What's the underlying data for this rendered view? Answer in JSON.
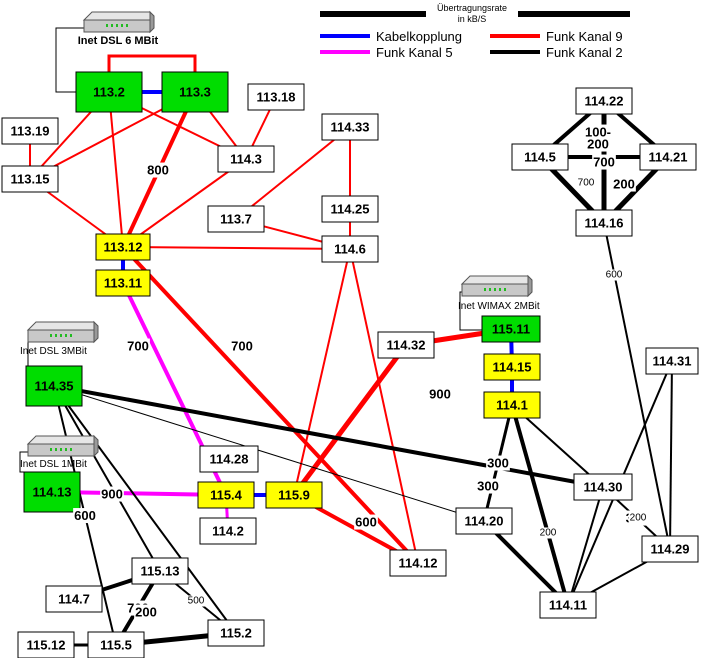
{
  "legend": {
    "title_line1": "Übertragungsrate",
    "title_line2": "in kB/S",
    "entries": [
      {
        "label": "Kabelkopplung",
        "color": "#0000ff"
      },
      {
        "label": "Funk Kanal 9",
        "color": "#ff0000"
      },
      {
        "label": "Funk Kanal 5",
        "color": "#ff00ff"
      },
      {
        "label": "Funk Kanal 2",
        "color": "#000000"
      }
    ]
  },
  "colors": {
    "gateway": "#00dd00",
    "relay": "#ffff00",
    "node": "#ffffff",
    "cable": "#0000ff",
    "channel9": "#ff0000",
    "channel5": "#ff00ff",
    "channel2": "#000000"
  },
  "internet": [
    {
      "id": "dsl6",
      "label": "Inet DSL 6 MBit",
      "icon": "router-icon"
    },
    {
      "id": "dsl3",
      "label": "Inet DSL 3MBit",
      "icon": "router-icon"
    },
    {
      "id": "dsl1",
      "label": "Inet DSL 1MBit",
      "icon": "router-icon"
    },
    {
      "id": "wimax",
      "label": "Inet WIMAX 2MBit",
      "icon": "router-icon"
    }
  ],
  "nodes": [
    {
      "id": "113.2",
      "type": "gateway"
    },
    {
      "id": "113.3",
      "type": "gateway"
    },
    {
      "id": "113.18",
      "type": "node"
    },
    {
      "id": "113.19",
      "type": "node"
    },
    {
      "id": "113.15",
      "type": "node"
    },
    {
      "id": "114.3",
      "type": "node"
    },
    {
      "id": "114.33",
      "type": "node"
    },
    {
      "id": "114.25",
      "type": "node"
    },
    {
      "id": "113.7",
      "type": "node"
    },
    {
      "id": "114.6",
      "type": "node"
    },
    {
      "id": "113.12",
      "type": "relay"
    },
    {
      "id": "113.11",
      "type": "relay"
    },
    {
      "id": "114.22",
      "type": "node"
    },
    {
      "id": "114.5",
      "type": "node"
    },
    {
      "id": "114.21",
      "type": "node"
    },
    {
      "id": "114.16",
      "type": "node"
    },
    {
      "id": "115.11",
      "type": "gateway"
    },
    {
      "id": "114.32",
      "type": "node"
    },
    {
      "id": "114.15",
      "type": "relay"
    },
    {
      "id": "114.1",
      "type": "relay"
    },
    {
      "id": "114.35",
      "type": "gateway"
    },
    {
      "id": "114.31",
      "type": "node"
    },
    {
      "id": "114.28",
      "type": "node"
    },
    {
      "id": "114.13",
      "type": "gateway"
    },
    {
      "id": "115.4",
      "type": "relay"
    },
    {
      "id": "115.9",
      "type": "relay"
    },
    {
      "id": "114.30",
      "type": "node"
    },
    {
      "id": "114.20",
      "type": "node"
    },
    {
      "id": "114.2",
      "type": "node"
    },
    {
      "id": "114.29",
      "type": "node"
    },
    {
      "id": "114.12",
      "type": "node"
    },
    {
      "id": "115.13",
      "type": "node"
    },
    {
      "id": "114.11",
      "type": "node"
    },
    {
      "id": "114.7",
      "type": "node"
    },
    {
      "id": "115.2",
      "type": "node"
    },
    {
      "id": "115.12",
      "type": "node"
    },
    {
      "id": "115.5",
      "type": "node"
    }
  ],
  "links": [
    {
      "from": "113.2",
      "to": "113.3",
      "kind": "cable",
      "rate": ""
    },
    {
      "from": "113.12",
      "to": "113.11",
      "kind": "cable",
      "rate": ""
    },
    {
      "from": "115.4",
      "to": "115.9",
      "kind": "cable",
      "rate": ""
    },
    {
      "from": "115.11",
      "to": "114.15",
      "kind": "cable",
      "rate": ""
    },
    {
      "from": "114.15",
      "to": "114.1",
      "kind": "cable",
      "rate": ""
    },
    {
      "from": "113.2",
      "to": "113.3",
      "kind": "channel9",
      "rate": ""
    },
    {
      "from": "113.19",
      "to": "113.15",
      "kind": "channel9",
      "rate": ""
    },
    {
      "from": "113.2",
      "to": "113.15",
      "kind": "channel9",
      "rate": ""
    },
    {
      "from": "113.3",
      "to": "113.15",
      "kind": "channel9",
      "rate": ""
    },
    {
      "from": "113.2",
      "to": "114.3",
      "kind": "channel9",
      "rate": ""
    },
    {
      "from": "113.3",
      "to": "114.3",
      "kind": "channel9",
      "rate": ""
    },
    {
      "from": "113.18",
      "to": "114.3",
      "kind": "channel9",
      "rate": ""
    },
    {
      "from": "113.2",
      "to": "113.12",
      "kind": "channel9",
      "rate": ""
    },
    {
      "from": "113.3",
      "to": "113.12",
      "kind": "channel9",
      "rate": "800"
    },
    {
      "from": "113.15",
      "to": "113.12",
      "kind": "channel9",
      "rate": ""
    },
    {
      "from": "114.3",
      "to": "113.12",
      "kind": "channel9",
      "rate": ""
    },
    {
      "from": "113.12",
      "to": "114.6",
      "kind": "channel9",
      "rate": ""
    },
    {
      "from": "113.7",
      "to": "114.33",
      "kind": "channel9",
      "rate": ""
    },
    {
      "from": "113.7",
      "to": "114.6",
      "kind": "channel9",
      "rate": ""
    },
    {
      "from": "114.33",
      "to": "114.25",
      "kind": "channel9",
      "rate": ""
    },
    {
      "from": "114.25",
      "to": "114.6",
      "kind": "channel9",
      "rate": ""
    },
    {
      "from": "113.12",
      "to": "114.12",
      "kind": "channel9",
      "rate": "700"
    },
    {
      "from": "114.6",
      "to": "114.12",
      "kind": "channel9",
      "rate": ""
    },
    {
      "from": "114.6",
      "to": "115.9",
      "kind": "channel9",
      "rate": ""
    },
    {
      "from": "115.9",
      "to": "114.12",
      "kind": "channel9",
      "rate": "600"
    },
    {
      "from": "115.9",
      "to": "114.32",
      "kind": "channel9",
      "rate": "900"
    },
    {
      "from": "114.32",
      "to": "115.11",
      "kind": "channel9",
      "rate": ""
    },
    {
      "from": "115.11",
      "to": "114.15",
      "kind": "channel9",
      "rate": ""
    },
    {
      "from": "113.11",
      "to": "115.4",
      "kind": "channel5",
      "rate": "700"
    },
    {
      "from": "114.13",
      "to": "115.4",
      "kind": "channel5",
      "rate": "900"
    },
    {
      "from": "115.4",
      "to": "114.2",
      "kind": "channel5",
      "rate": ""
    },
    {
      "from": "114.22",
      "to": "114.5",
      "kind": "channel2",
      "rate": ""
    },
    {
      "from": "114.22",
      "to": "114.21",
      "kind": "channel2",
      "rate": ""
    },
    {
      "from": "114.5",
      "to": "114.21",
      "kind": "channel2",
      "rate": ""
    },
    {
      "from": "114.22",
      "to": "114.16",
      "kind": "channel2",
      "rate": "700"
    },
    {
      "from": "114.5",
      "to": "114.16",
      "kind": "channel2",
      "rate": "100-200"
    },
    {
      "from": "114.21",
      "to": "114.16",
      "kind": "channel2",
      "rate": "700"
    },
    {
      "from": "114.16",
      "to": "114.29",
      "kind": "channel2",
      "rate": "200"
    },
    {
      "from": "114.35",
      "to": "114.30",
      "kind": "channel2",
      "rate": "600"
    },
    {
      "from": "114.35",
      "to": "115.13",
      "kind": "channel2",
      "rate": ""
    },
    {
      "from": "114.35",
      "to": "115.2",
      "kind": "channel2",
      "rate": ""
    },
    {
      "from": "114.35",
      "to": "115.5",
      "kind": "channel2",
      "rate": "600"
    },
    {
      "from": "114.35",
      "to": "114.20",
      "kind": "channel2",
      "rate": ""
    },
    {
      "from": "114.1",
      "to": "114.20",
      "kind": "channel2",
      "rate": "300"
    },
    {
      "from": "114.1",
      "to": "114.11",
      "kind": "channel2",
      "rate": "300"
    },
    {
      "from": "114.1",
      "to": "114.30",
      "kind": "channel2",
      "rate": "200"
    },
    {
      "from": "114.31",
      "to": "114.11",
      "kind": "channel2",
      "rate": ""
    },
    {
      "from": "114.31",
      "to": "114.29",
      "kind": "channel2",
      "rate": ""
    },
    {
      "from": "114.30",
      "to": "114.29",
      "kind": "channel2",
      "rate": "300"
    },
    {
      "from": "114.30",
      "to": "114.11",
      "kind": "channel2",
      "rate": "200"
    },
    {
      "from": "114.20",
      "to": "114.11",
      "kind": "channel2",
      "rate": ""
    },
    {
      "from": "114.29",
      "to": "114.11",
      "kind": "channel2",
      "rate": ""
    },
    {
      "from": "115.13",
      "to": "114.7",
      "kind": "channel2",
      "rate": ""
    },
    {
      "from": "115.13",
      "to": "115.5",
      "kind": "channel2",
      "rate": "700"
    },
    {
      "from": "115.13",
      "to": "115.2",
      "kind": "channel2",
      "rate": "200"
    },
    {
      "from": "115.5",
      "to": "115.2",
      "kind": "channel2",
      "rate": "500"
    },
    {
      "from": "115.12",
      "to": "115.5",
      "kind": "channel2",
      "rate": ""
    }
  ]
}
